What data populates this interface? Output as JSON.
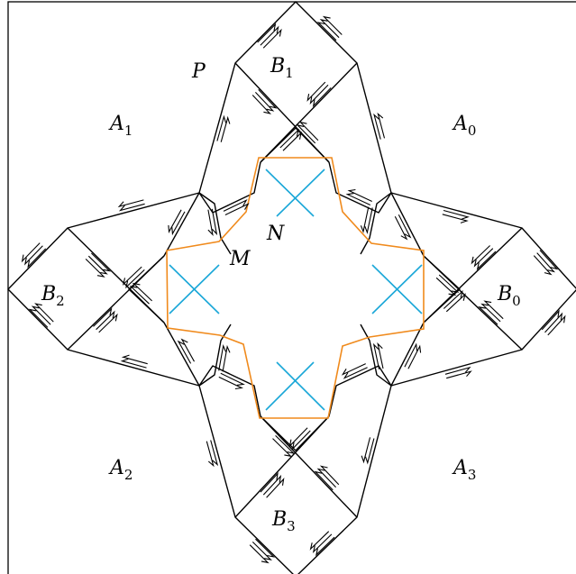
{
  "colors": {
    "edge": "#000000",
    "orange": "#f08a1c",
    "cyan": "#1aa7d8",
    "background": "#ffffff"
  },
  "labels": {
    "P": "P",
    "N": "N",
    "M": "M",
    "A1": {
      "base": "A",
      "sub": "1"
    },
    "A0": {
      "base": "A",
      "sub": "0"
    },
    "A2": {
      "base": "A",
      "sub": "2"
    },
    "A3": {
      "base": "A",
      "sub": "3"
    },
    "B1": {
      "base": "B",
      "sub": "1"
    },
    "B0": {
      "base": "B",
      "sub": "0"
    },
    "B2": {
      "base": "B",
      "sub": "2"
    },
    "B3": {
      "base": "B",
      "sub": "3"
    }
  }
}
